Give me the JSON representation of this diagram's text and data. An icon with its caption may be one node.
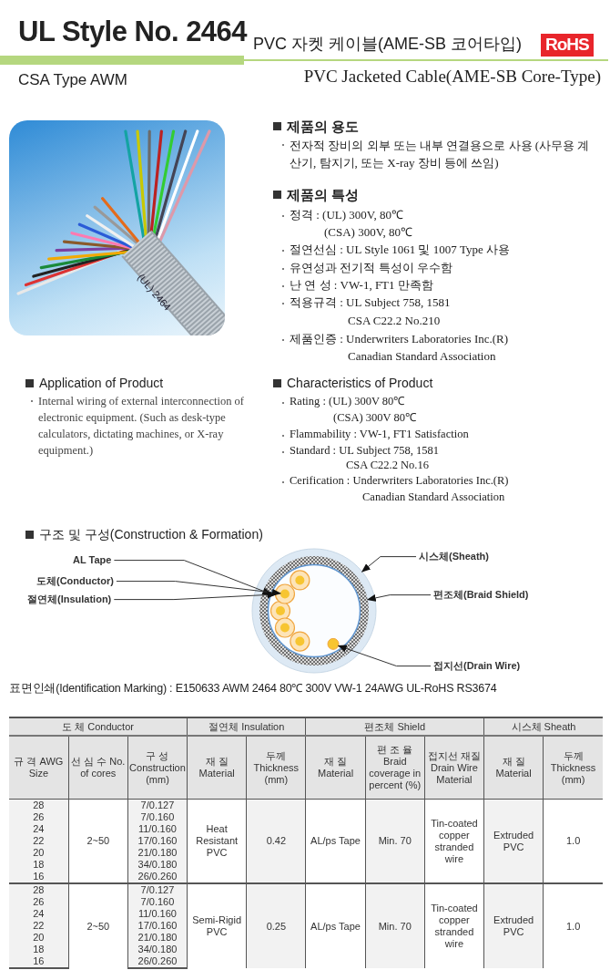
{
  "diagram": {
    "title": "UL Style No. 2464",
    "nodes": [
      {
        "text": [
          "AL Tape"
        ]
      },
      {
        "text": [
          "도체(Conductor)"
        ]
      },
      {
        "text": [
          "절연체(Insulation)"
        ]
      },
      {
        "text": [
          "시스체(Sheath)"
        ]
      },
      {
        "text": [
          "편조체(Braid Shield)"
        ]
      },
      {
        "text": [
          "접지선(Drain Wire)"
        ]
      },
      {
        "text": [],
        "shape": "circle"
      },
      {
        "text": [],
        "shape": "circle",
        "in": 6
      },
      {
        "text": [],
        "shape": "circle",
        "in": 7
      },
      {
        "text": [],
        "shape": "circle",
        "in": 8
      },
      {
        "text": [],
        "shape": "circle",
        "in": 9
      },
      {
        "text": [],
        "shape": "circle",
        "in": 8
      }
    ],
    "edges": [
      {
        "from": 0,
        "to": 8,
        "arrow": "to"
      },
      {
        "from": 1,
        "to": 10,
        "arrow": "to"
      },
      {
        "from": 2,
        "to": 9,
        "arrow": "to"
      },
      {
        "from": 3,
        "to": 6,
        "arrow": "to"
      },
      {
        "from": 4,
        "to": 7,
        "arrow": "to"
      },
      {
        "from": 5,
        "to": 11,
        "arrow": "to"
      }
    ],
    "labels": [
      "CSA Type AWM",
      "PVC 자켓 케이블(AME-SB 코어타입)",
      "RoHS",
      "PVC Jacketed Cable(AME-SB Core-Type)",
      "(UL) 2464",
      "제품의 용도",
      "전자적 장비의 외부 또는 내부 연결용으로 사용 (사무용 계산기, 탐지기, 또는 X-ray 장비 등에 쓰임)",
      "제품의 특성",
      "정격 : (UL) 300V, 80℃",
      "(CSA) 300V, 80℃",
      "절연선심 : UL Style 1061 및 1007 Type 사용",
      "유연성과 전기적 특성이 우수함",
      "난 연 성 : VW-1, FT1 만족함",
      "적용규격 : UL Subject 758, 1581",
      "CSA C22.2 No.210",
      "제품인증 : Underwriters Laboratories Inc.(R)",
      "Canadian Standard Association",
      "Application of Product",
      "Internal wiring of external interconnection of electronic equipment. (Such as desk-type calculators, dictating machines, or X-ray equipment.)",
      "Characteristics of Product",
      "Rating : (UL) 300V 80℃",
      "(CSA) 300V 80℃",
      "Flammability : VW-1, FT1 Satisfaction",
      "Standard : UL Subject 758, 1581",
      "CSA C22.2 No.16",
      "Cerification : Underwriters Laboratories Inc.(R)",
      "Canadian Standard Association",
      "구조 및 구성(Construction & Formation)",
      "표면인쇄(Identification Marking) : E150633 AWM 2464 80℃ 300V VW-1 24AWG UL-RoHS RS3674",
      "도 체 Conductor",
      "절연체 Insulation",
      "편조체 Shield",
      "시스체 Sheath",
      "규 격 AWG Size",
      "선 심 수 No. of cores",
      "구 성 Construction (mm)",
      "재 질 Material",
      "두께 Thickness (mm)",
      "재 질 Material",
      "편 조 율 Braid coverage in percent (%)",
      "접지선 재질 Drain Wire Material",
      "재 질 Material",
      "두께 Thickness (mm)",
      "28",
      "2~50",
      "7/0.127",
      "Heat Resistant PVC",
      "0.42",
      "AL/ps Tape",
      "Min. 70",
      "Tin-coated copper stranded wire",
      "Extruded PVC",
      "1.0",
      "26",
      "7/0.160",
      "24",
      "11/0.160",
      "22",
      "17/0.160",
      "20",
      "21/0.180",
      "18",
      "34/0.180",
      "16",
      "26/0.260",
      "28",
      "2~50",
      "7/0.127",
      "Semi-Rigid PVC",
      "0.25",
      "AL/ps Tape",
      "Min. 70",
      "Tin-coated copper stranded wire",
      "Extruded PVC",
      "1.0",
      "26",
      "7/0.160",
      "24",
      "11/0.160",
      "22",
      "17/0.160",
      "20",
      "21/0.180",
      "18",
      "34/0.180",
      "16",
      "26/0.260"
    ]
  }
}
